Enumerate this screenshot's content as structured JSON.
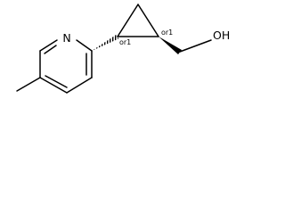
{
  "molecule": {
    "atoms": {
      "nitrogen": "N",
      "hydroxyl": "OH"
    },
    "stereo": {
      "left_center": "or1",
      "right_center": "or1"
    },
    "colors": {
      "bond": "#000000",
      "text": "#000000",
      "background": "#ffffff"
    }
  }
}
